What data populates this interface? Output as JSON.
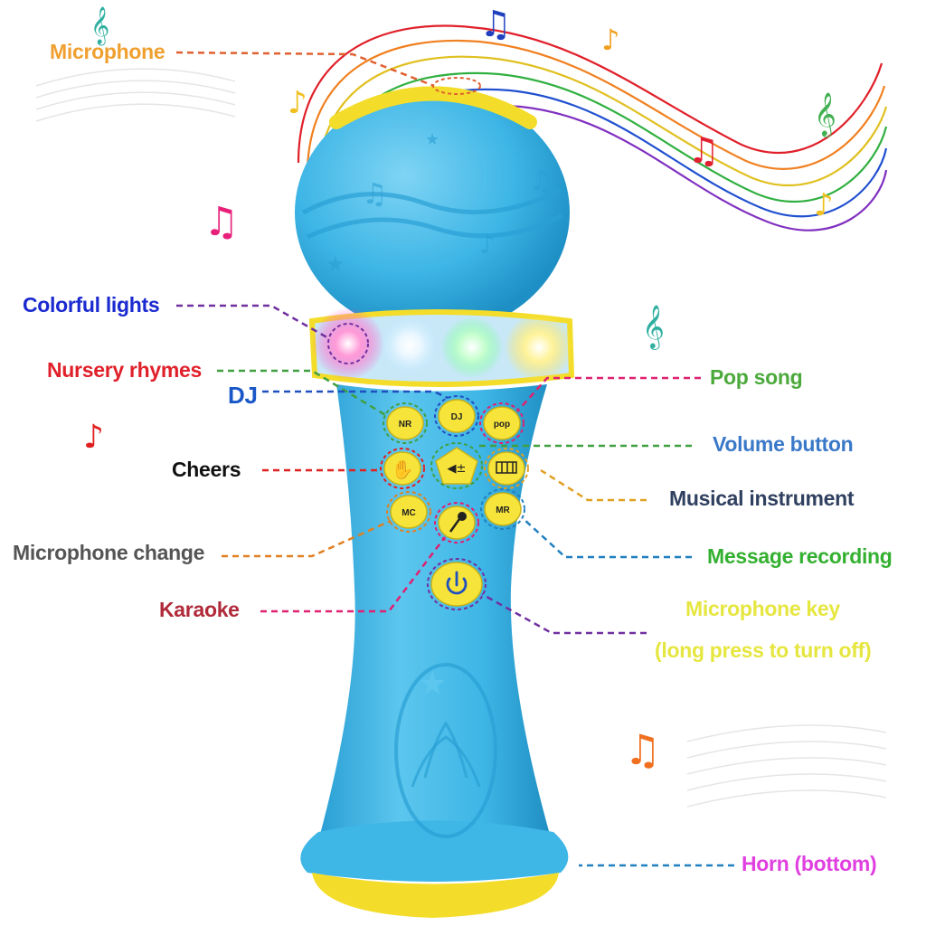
{
  "labels": {
    "microphone": "Microphone",
    "colorful_lights": "Colorful lights",
    "nursery_rhymes": "Nursery rhymes",
    "dj": "DJ",
    "cheers": "Cheers",
    "microphone_change": "Microphone change",
    "karaoke": "Karaoke",
    "pop_song": "Pop song",
    "volume_button": "Volume button",
    "musical_instrument": "Musical instrument",
    "message_recording": "Message recording",
    "microphone_key": "Microphone key",
    "microphone_key_note": "(long press to turn off)",
    "horn": "Horn (bottom)"
  },
  "buttons": {
    "nr": "NR",
    "dj": "DJ",
    "pop": "pop",
    "mc": "MC",
    "mr": "MR"
  },
  "colors": {
    "body_blue": "#3eb6e6",
    "body_dark": "#1d8fc4",
    "trim_yellow": "#f3dd2a",
    "button_yellow": "#f6e43a",
    "microphone": "#f0a030",
    "colorful_lights": "#1a2ad0",
    "nursery_rhymes": "#e0202a",
    "dj": "#1a58c8",
    "cheers": "#111111",
    "microphone_change": "#555555",
    "karaoke": "#b02a3a",
    "pop_song": "#4caa3c",
    "volume_button": "#3a78c8",
    "musical_instrument": "#304060",
    "message_recording": "#34b030",
    "microphone_key": "#e6e640",
    "horn": "#e040e0"
  },
  "icons": [
    "music-note-icon",
    "treble-clef-icon",
    "clapping-hands-icon",
    "speaker-volume-icon",
    "piano-icon",
    "microphone-icon",
    "power-icon",
    "star-icon"
  ]
}
